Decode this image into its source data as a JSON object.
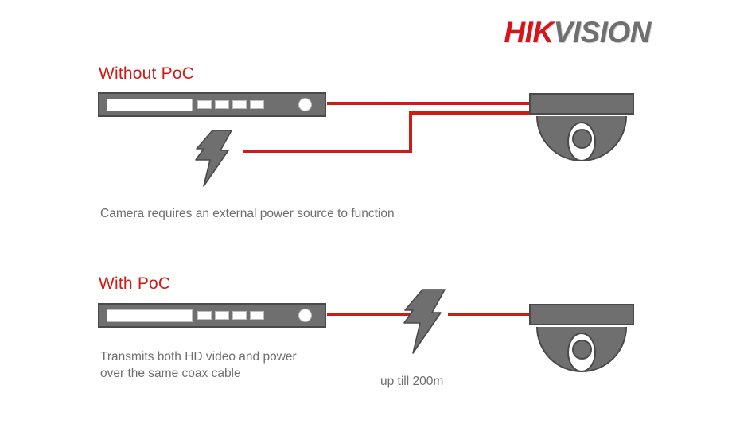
{
  "brand": {
    "name_part1": "HIK",
    "name_part2": "VISION",
    "red": "#d6141a",
    "gray": "#6f6f6f"
  },
  "colors": {
    "accent_red": "#cf1b16",
    "device_gray": "#6f6f6f",
    "outline_gray": "#4a4a4a",
    "text_gray": "#6e6e6e",
    "background": "#ffffff"
  },
  "sections": [
    {
      "id": "without-poc",
      "title": "Without PoC",
      "caption": "Camera requires an external power source to function",
      "recorder": {
        "name": "dvr-recorder",
        "keys": [
          "key-1",
          "key-2",
          "key-3",
          "key-4"
        ]
      },
      "camera": {
        "name": "dome-camera"
      },
      "cables": [
        {
          "name": "video-cable",
          "orientation": "horizontal"
        },
        {
          "name": "power-cable-run",
          "orientation": "horizontal"
        },
        {
          "name": "power-cable-riser",
          "orientation": "vertical"
        },
        {
          "name": "power-cable-to-camera",
          "orientation": "horizontal"
        }
      ],
      "power_icon": "lightning-bolt-icon"
    },
    {
      "id": "with-poc",
      "title": "With PoC",
      "caption": "Transmits both HD video and power\nover the same coax cable",
      "distance_label": "up till 200m",
      "recorder": {
        "name": "dvr-recorder",
        "keys": [
          "key-1",
          "key-2",
          "key-3",
          "key-4"
        ]
      },
      "camera": {
        "name": "dome-camera"
      },
      "cables": [
        {
          "name": "coax-cable-left",
          "orientation": "horizontal"
        },
        {
          "name": "coax-cable-right",
          "orientation": "horizontal"
        }
      ],
      "power_icon": "lightning-bolt-icon"
    }
  ]
}
